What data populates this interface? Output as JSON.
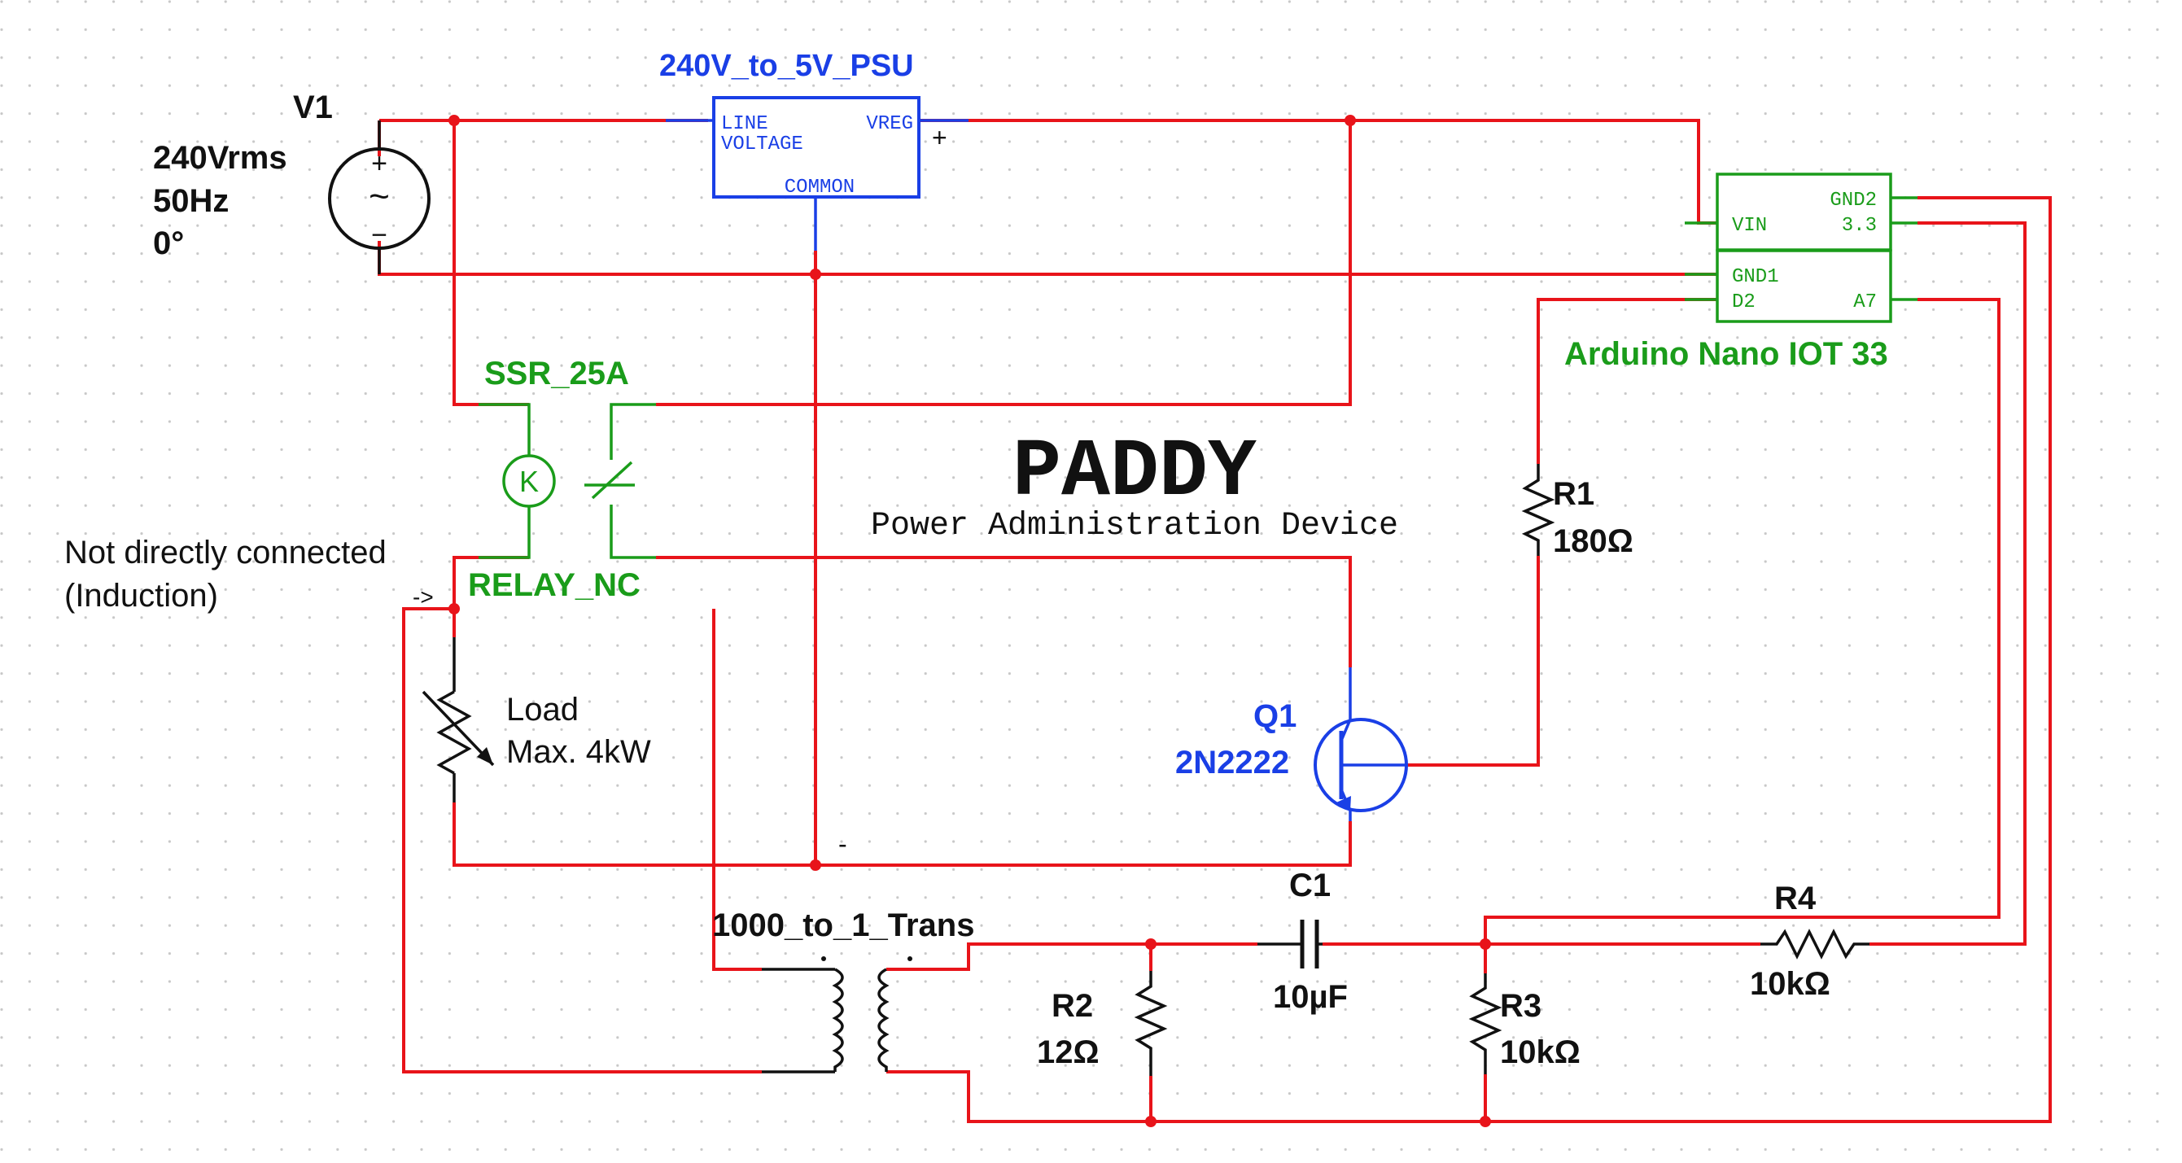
{
  "title": {
    "main": "PADDY",
    "subtitle": "Power Administration Device"
  },
  "components": {
    "v1": {
      "name": "V1",
      "voltage": "240Vrms",
      "frequency": "50Hz",
      "phase": "0°",
      "plus": "+",
      "minus": "−",
      "symbol": "~"
    },
    "psu": {
      "name": "240V_to_5V_PSU",
      "pin_line": "LINE",
      "pin_voltage": "VOLTAGE",
      "pin_vreg": "VREG",
      "pin_common": "COMMON",
      "plus": "+",
      "minus": "-"
    },
    "arduino": {
      "name": "Arduino Nano IOT 33",
      "pin_gnd2": "GND2",
      "pin_vin": "VIN",
      "pin_33": "3.3",
      "pin_gnd1": "GND1",
      "pin_d2": "D2",
      "pin_a7": "A7"
    },
    "ssr": {
      "name": "SSR_25A",
      "coil_letter": "K",
      "relay": "RELAY_NC"
    },
    "induction_note": {
      "line1": "Not directly connected",
      "line2": "(Induction)",
      "arrow": "->"
    },
    "load": {
      "line1": "Load",
      "line2": "Max. 4kW"
    },
    "r1": {
      "name": "R1",
      "value": "180Ω"
    },
    "q1": {
      "name": "Q1",
      "part": "2N2222"
    },
    "c1": {
      "name": "C1",
      "value": "10µF"
    },
    "r4": {
      "name": "R4",
      "value": "10kΩ"
    },
    "transformer": {
      "name": "1000_to_1_Trans"
    },
    "r2": {
      "name": "R2",
      "value": "12Ω"
    },
    "r3": {
      "name": "R3",
      "value": "10kΩ"
    }
  },
  "colors": {
    "wire": "#e8141a",
    "component_green": "#1a9c1a",
    "component_blue": "#1a3fe6",
    "component_black": "#111111",
    "grid_dot": "#c8c8c8",
    "background": "#ffffff"
  }
}
